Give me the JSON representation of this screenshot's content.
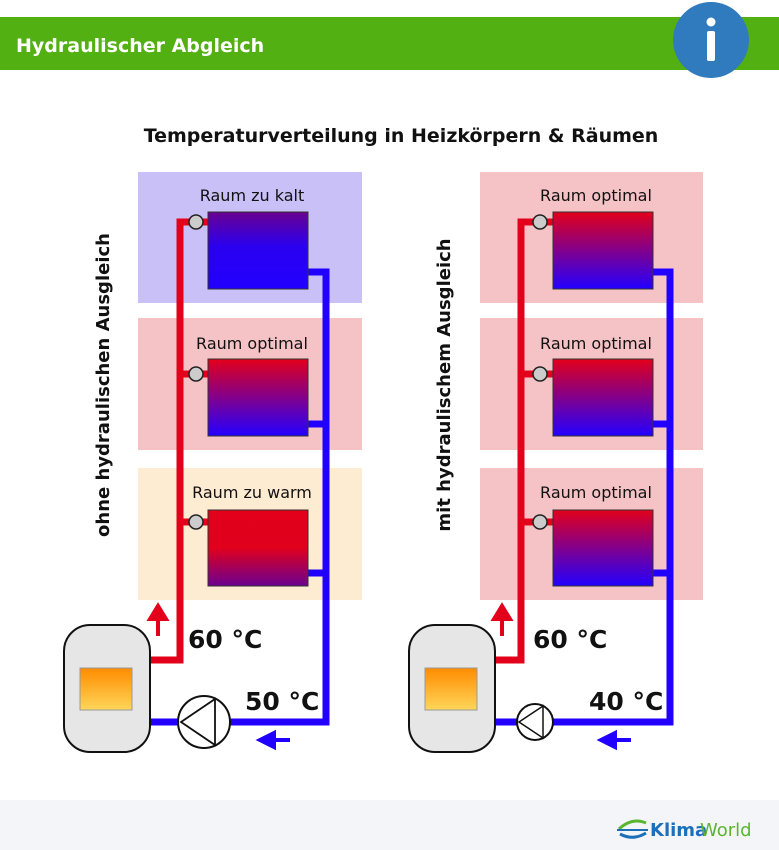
{
  "header": {
    "title": "Hydraulischer Abgleich",
    "info_icon": "info-icon",
    "color": "#52b013"
  },
  "diagram": {
    "title": "Temperaturverteilung in Heizkörpern & Räumen",
    "left": {
      "label": "ohne hydraulischen Ausgleich",
      "rooms": [
        "Raum zu kalt",
        "Raum optimal",
        "Raum zu warm"
      ],
      "supply_temp": "60 °C",
      "return_temp": "50 °C"
    },
    "right": {
      "label": "mit hydraulischem Ausgleich",
      "rooms": [
        "Raum optimal",
        "Raum optimal",
        "Raum optimal"
      ],
      "supply_temp": "60 °C",
      "return_temp": "40 °C"
    },
    "colors": {
      "supply": "#e2001a",
      "return": "#2200ff",
      "cold_room": "#c9c0f7",
      "optimal_room": "#f5c3c6",
      "warm_room": "#fdebd2"
    }
  },
  "footer": {
    "logo_part1": "Klima",
    "logo_part2": "World"
  }
}
